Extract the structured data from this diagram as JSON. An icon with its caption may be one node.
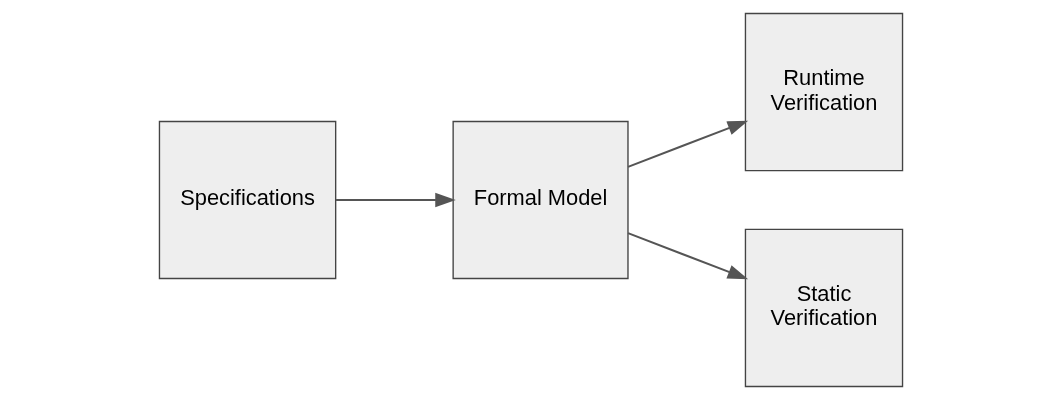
{
  "diagram": {
    "nodes": [
      {
        "text": [
          "Specifications"
        ]
      },
      {
        "text": [
          "Formal Model"
        ]
      },
      {
        "text": [
          "Runtime Verification"
        ]
      },
      {
        "text": [
          "Static Verification"
        ]
      }
    ],
    "edges": [
      {
        "from": 0,
        "to": 1,
        "arrow": "to"
      },
      {
        "from": 1,
        "to": 2,
        "arrow": "to"
      },
      {
        "from": 1,
        "to": 3,
        "arrow": "to"
      }
    ]
  }
}
